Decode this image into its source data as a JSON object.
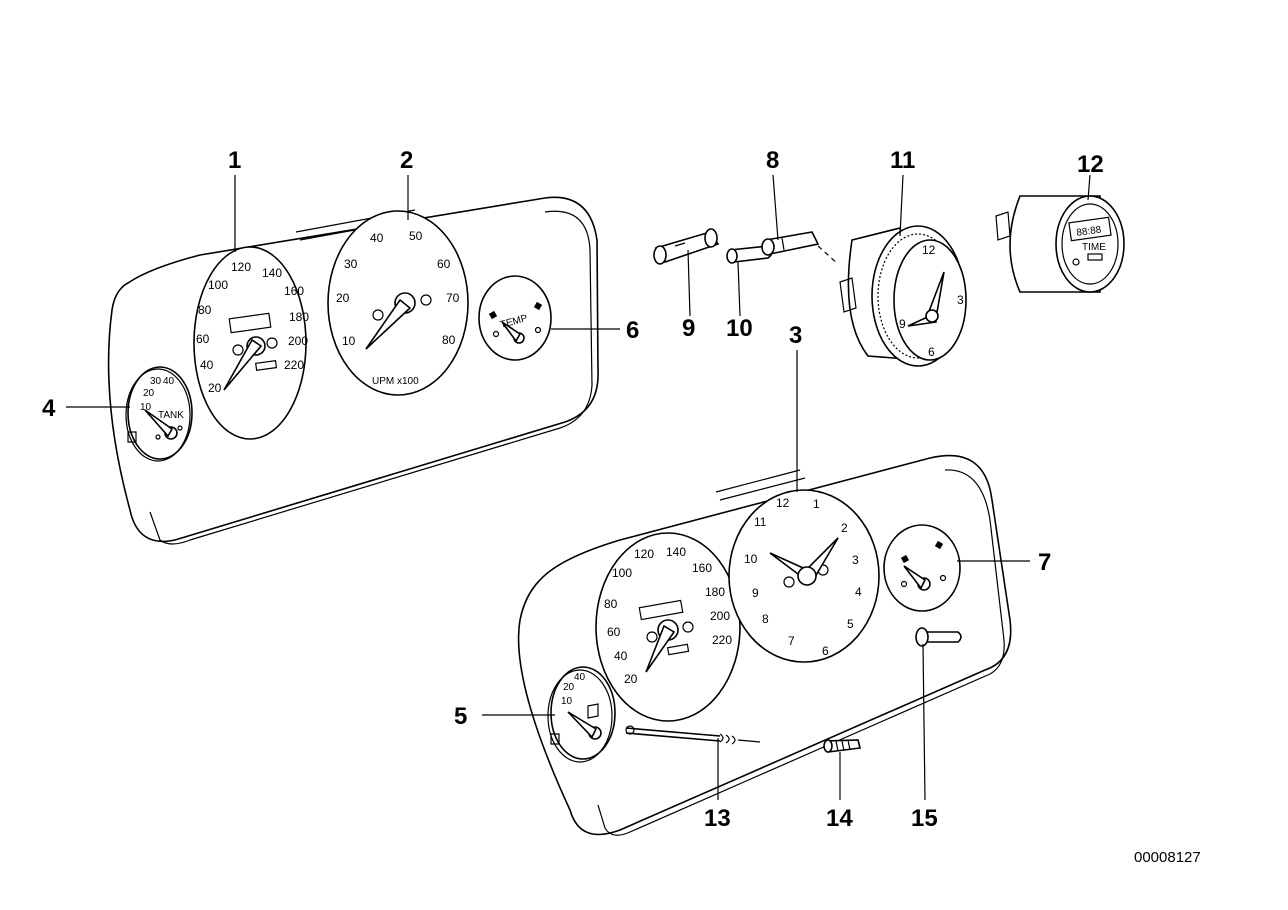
{
  "diagram": {
    "reference_number": "00008127",
    "callouts": [
      "1",
      "2",
      "3",
      "4",
      "5",
      "6",
      "7",
      "8",
      "9",
      "10",
      "11",
      "12",
      "13",
      "14",
      "15"
    ],
    "cluster_upper": {
      "speedometer_labels": [
        "20",
        "40",
        "60",
        "80",
        "100",
        "120",
        "140",
        "160",
        "180",
        "200",
        "220"
      ],
      "tachometer_labels": [
        "10",
        "20",
        "30",
        "40",
        "50",
        "60",
        "70",
        "80"
      ],
      "tachometer_unit": "UPM x100",
      "fuel_labels": [
        "10",
        "20",
        "30",
        "40"
      ],
      "fuel_text": "TANK",
      "temp_text": "TEMP"
    },
    "cluster_lower": {
      "speedometer_labels": [
        "20",
        "40",
        "60",
        "80",
        "100",
        "120",
        "140",
        "160",
        "180",
        "200",
        "220"
      ],
      "clock_labels": [
        "12",
        "1",
        "2",
        "3",
        "4",
        "5",
        "6",
        "7",
        "8",
        "9",
        "10",
        "11"
      ],
      "fuel_labels": [
        "10",
        "20",
        "40"
      ]
    },
    "loose_parts": {
      "clock_labels": [
        "12",
        "3",
        "6",
        "9"
      ],
      "digital_clock_text": "TIME",
      "digital_clock_display": "88:88"
    }
  }
}
